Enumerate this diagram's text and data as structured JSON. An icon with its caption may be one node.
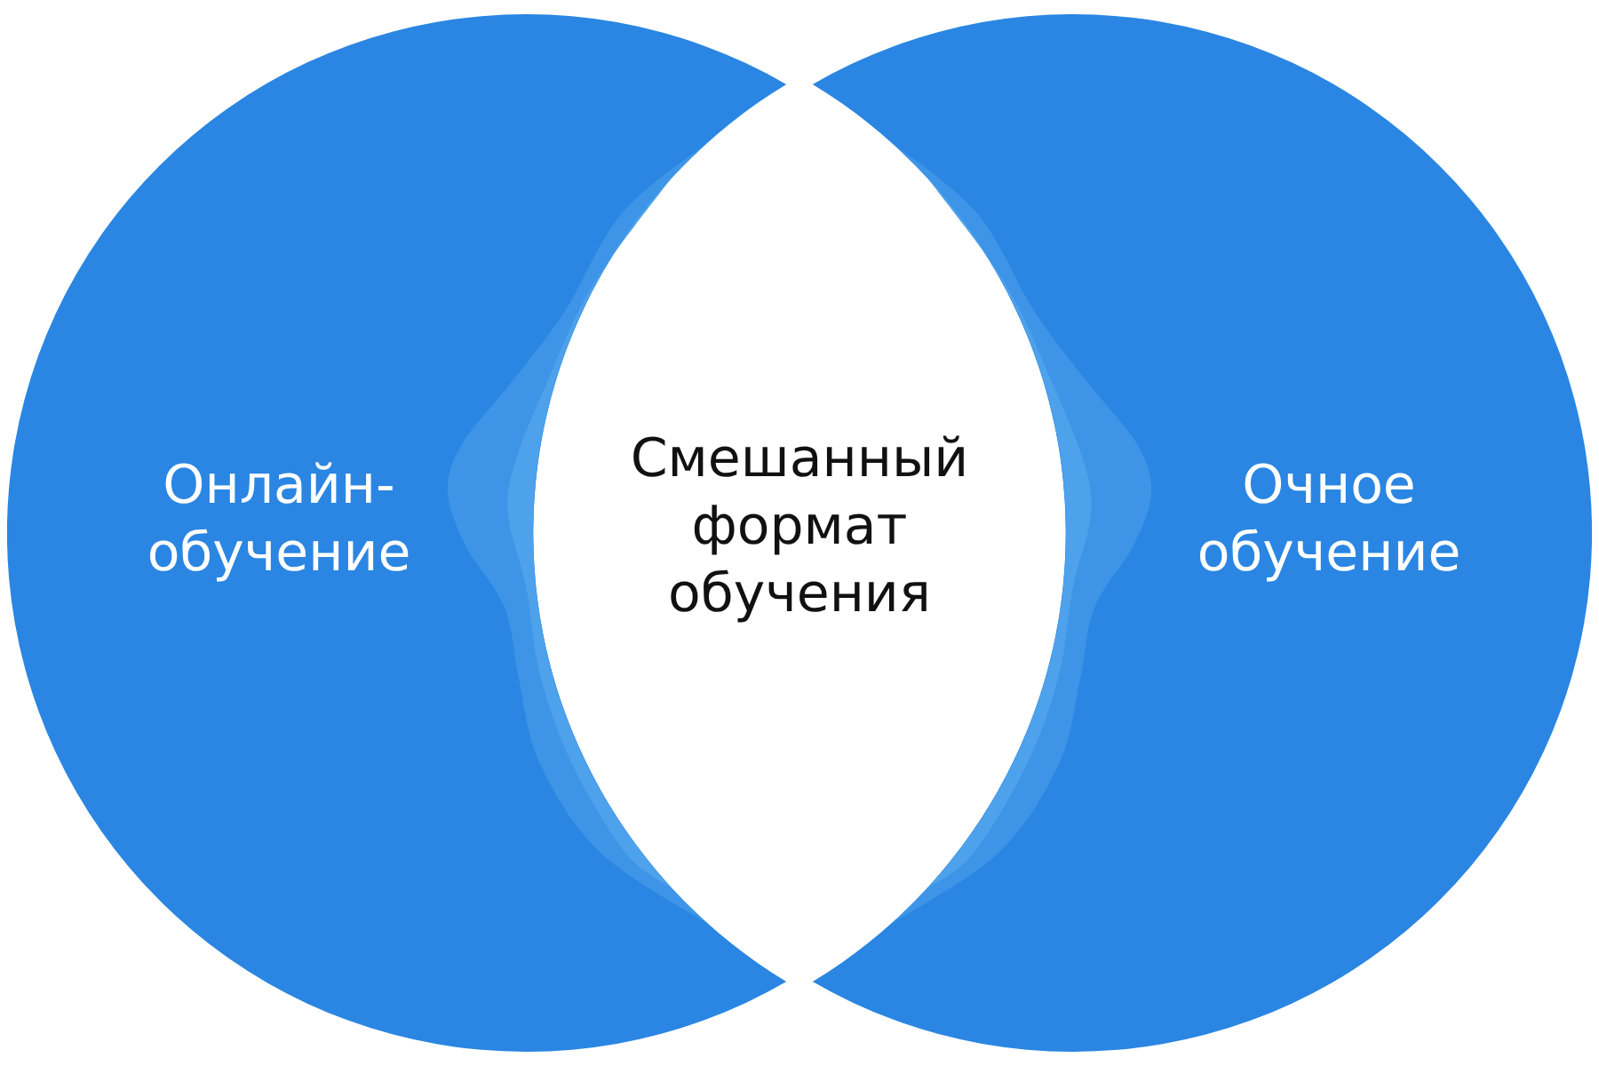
{
  "diagram": {
    "nodes": [
      {
        "text": [
          "Онлайн-обучение"
        ]
      },
      {
        "text": [
          "Смешанный формат обучения"
        ]
      },
      {
        "text": [
          "Очное обучение"
        ]
      }
    ]
  }
}
